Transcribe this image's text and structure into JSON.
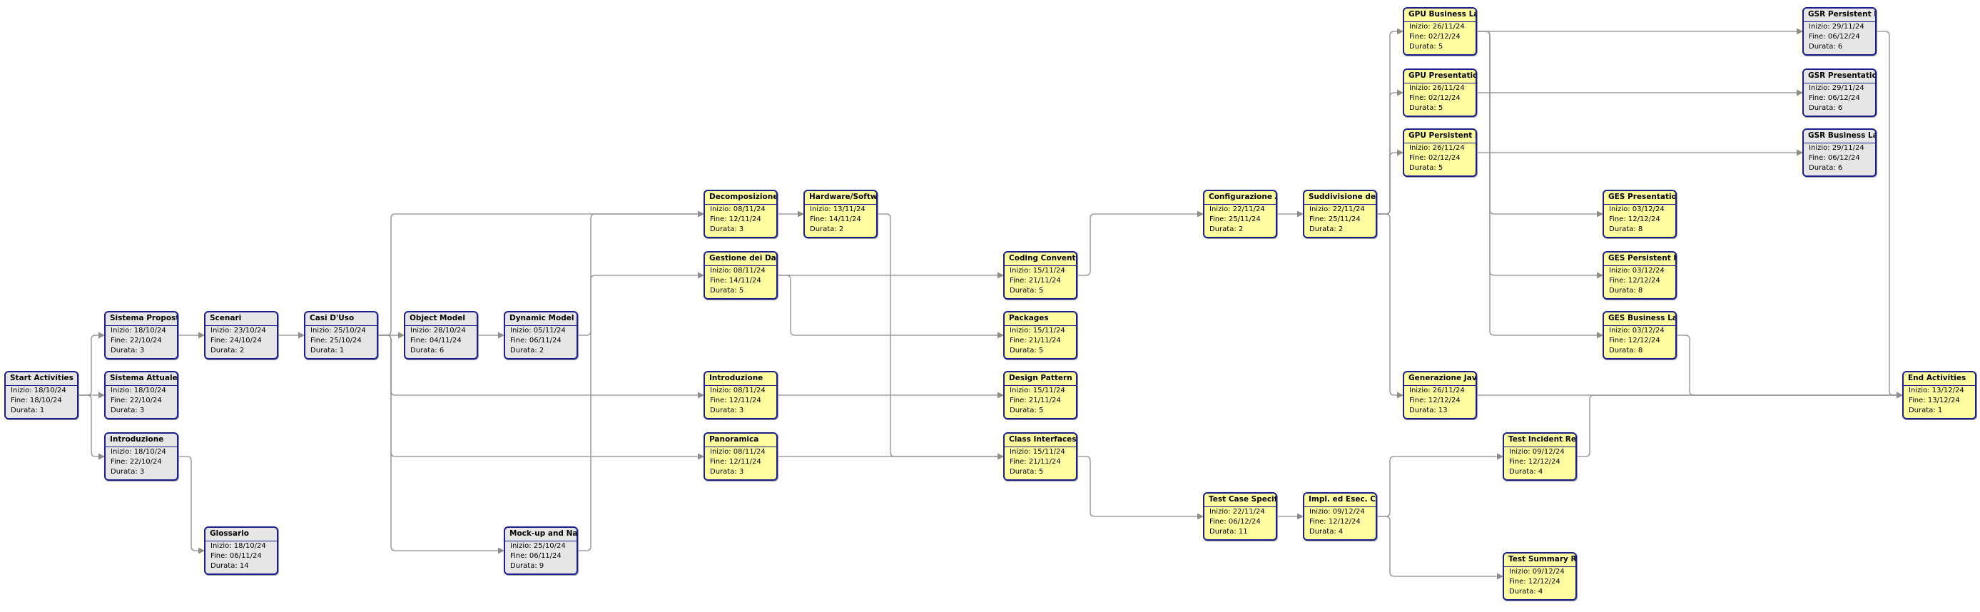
{
  "labels": {
    "start": "Inizio: ",
    "end": "Fine: ",
    "duration": "Durata: "
  },
  "colors": {
    "border": "#1c1f8a",
    "gray_fill": "#e6e6e6",
    "yellow_fill": "#ffffa0",
    "edge": "#8c8c8c"
  },
  "nodes": [
    {
      "id": "start",
      "title": "Start Activities",
      "start": "18/10/24",
      "end": "18/10/24",
      "duration": "1",
      "fill": "gray"
    },
    {
      "id": "sp",
      "title": "Sistema Proposto",
      "start": "18/10/24",
      "end": "22/10/24",
      "duration": "3",
      "fill": "gray"
    },
    {
      "id": "sa",
      "title": "Sistema Attuale",
      "start": "18/10/24",
      "end": "22/10/24",
      "duration": "3",
      "fill": "gray"
    },
    {
      "id": "intro1",
      "title": "Introduzione",
      "start": "18/10/24",
      "end": "22/10/24",
      "duration": "3",
      "fill": "gray"
    },
    {
      "id": "scen",
      "title": "Scenari",
      "start": "23/10/24",
      "end": "24/10/24",
      "duration": "2",
      "fill": "gray"
    },
    {
      "id": "glos",
      "title": "Glossario",
      "start": "18/10/24",
      "end": "06/11/24",
      "duration": "14",
      "fill": "gray"
    },
    {
      "id": "uso",
      "title": "Casi D'Uso",
      "start": "25/10/24",
      "end": "25/10/24",
      "duration": "1",
      "fill": "gray"
    },
    {
      "id": "om",
      "title": "Object Model",
      "start": "28/10/24",
      "end": "04/11/24",
      "duration": "6",
      "fill": "gray"
    },
    {
      "id": "dm",
      "title": "Dynamic Model",
      "start": "05/11/24",
      "end": "06/11/24",
      "duration": "2",
      "fill": "gray"
    },
    {
      "id": "mock",
      "title": "Mock-up and Navig",
      "start": "25/10/24",
      "end": "06/11/24",
      "duration": "9",
      "fill": "gray"
    },
    {
      "id": "deco",
      "title": "Decomposizione in",
      "start": "08/11/24",
      "end": "12/11/24",
      "duration": "3",
      "fill": "yellow"
    },
    {
      "id": "gest",
      "title": "Gestione dei Dati P.",
      "start": "08/11/24",
      "end": "14/11/24",
      "duration": "5",
      "fill": "yellow"
    },
    {
      "id": "intro2",
      "title": "Introduzione",
      "start": "08/11/24",
      "end": "12/11/24",
      "duration": "3",
      "fill": "yellow"
    },
    {
      "id": "pano",
      "title": "Panoramica",
      "start": "08/11/24",
      "end": "12/11/24",
      "duration": "3",
      "fill": "yellow"
    },
    {
      "id": "hw",
      "title": "Hardware/Softwar.",
      "start": "13/11/24",
      "end": "14/11/24",
      "duration": "2",
      "fill": "yellow"
    },
    {
      "id": "cc",
      "title": "Coding Convention",
      "start": "15/11/24",
      "end": "21/11/24",
      "duration": "5",
      "fill": "yellow"
    },
    {
      "id": "pk",
      "title": "Packages",
      "start": "15/11/24",
      "end": "21/11/24",
      "duration": "5",
      "fill": "yellow"
    },
    {
      "id": "dp",
      "title": "Design Pattern",
      "start": "15/11/24",
      "end": "21/11/24",
      "duration": "5",
      "fill": "yellow"
    },
    {
      "id": "ci",
      "title": "Class Interfaces",
      "start": "15/11/24",
      "end": "21/11/24",
      "duration": "5",
      "fill": "yellow"
    },
    {
      "id": "conf",
      "title": "Configurazione Am",
      "start": "22/11/24",
      "end": "25/11/24",
      "duration": "2",
      "fill": "yellow"
    },
    {
      "id": "sudd",
      "title": "Suddivisione dei P.",
      "start": "22/11/24",
      "end": "25/11/24",
      "duration": "2",
      "fill": "yellow"
    },
    {
      "id": "tcs",
      "title": "Test Case Specifica",
      "start": "22/11/24",
      "end": "06/12/24",
      "duration": "11",
      "fill": "yellow"
    },
    {
      "id": "impl",
      "title": "Impl. ed Esec. Casi.",
      "start": "09/12/24",
      "end": "12/12/24",
      "duration": "4",
      "fill": "yellow"
    },
    {
      "id": "gpub",
      "title": "GPU Business Layer",
      "start": "26/11/24",
      "end": "02/12/24",
      "duration": "5",
      "fill": "yellow"
    },
    {
      "id": "gpup",
      "title": "GPU Presentation",
      "start": "26/11/24",
      "end": "02/12/24",
      "duration": "5",
      "fill": "yellow"
    },
    {
      "id": "gpul",
      "title": "GPU Persistent Lay.",
      "start": "26/11/24",
      "end": "02/12/24",
      "duration": "5",
      "fill": "yellow"
    },
    {
      "id": "gen",
      "title": "Generazione JavaD.",
      "start": "26/11/24",
      "end": "12/12/24",
      "duration": "13",
      "fill": "yellow"
    },
    {
      "id": "tir",
      "title": "Test Incident Repo.",
      "start": "09/12/24",
      "end": "12/12/24",
      "duration": "4",
      "fill": "yellow"
    },
    {
      "id": "tsr",
      "title": "Test Summary Rep.",
      "start": "09/12/24",
      "end": "12/12/24",
      "duration": "4",
      "fill": "yellow"
    },
    {
      "id": "gesp",
      "title": "GES Presentation L.",
      "start": "03/12/24",
      "end": "12/12/24",
      "duration": "8",
      "fill": "yellow"
    },
    {
      "id": "gesl",
      "title": "GES Persistent Lay.",
      "start": "03/12/24",
      "end": "12/12/24",
      "duration": "8",
      "fill": "yellow"
    },
    {
      "id": "gesb",
      "title": "GES Business Layer",
      "start": "03/12/24",
      "end": "12/12/24",
      "duration": "8",
      "fill": "yellow"
    },
    {
      "id": "gsrl",
      "title": "GSR Persistent Lay.",
      "start": "29/11/24",
      "end": "06/12/24",
      "duration": "6",
      "fill": "gray"
    },
    {
      "id": "gsrp",
      "title": "GSR Presentation L.",
      "start": "29/11/24",
      "end": "06/12/24",
      "duration": "6",
      "fill": "gray"
    },
    {
      "id": "gsrb",
      "title": "GSR Business Layer",
      "start": "29/11/24",
      "end": "06/12/24",
      "duration": "6",
      "fill": "gray"
    },
    {
      "id": "end",
      "title": "End Activities",
      "start": "13/12/24",
      "end": "13/12/24",
      "duration": "1",
      "fill": "yellow"
    }
  ]
}
